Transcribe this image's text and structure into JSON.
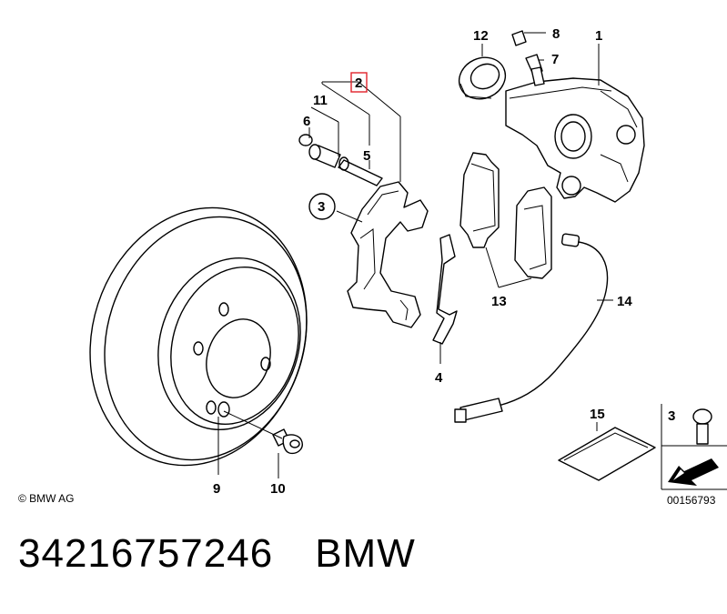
{
  "callouts": {
    "c1": "1",
    "c2": "2",
    "c3": "3",
    "c4": "4",
    "c5": "5",
    "c6": "6",
    "c7": "7",
    "c8": "8",
    "c9": "9",
    "c10": "10",
    "c11": "11",
    "c12": "12",
    "c13": "13",
    "c14": "14",
    "c15": "15",
    "c3_legend": "3"
  },
  "copyright": "© BMW AG",
  "diagram_id": "00156793",
  "footer": {
    "part_number": "34216757246",
    "brand": "BMW"
  },
  "highlight_color": "#e0222a"
}
